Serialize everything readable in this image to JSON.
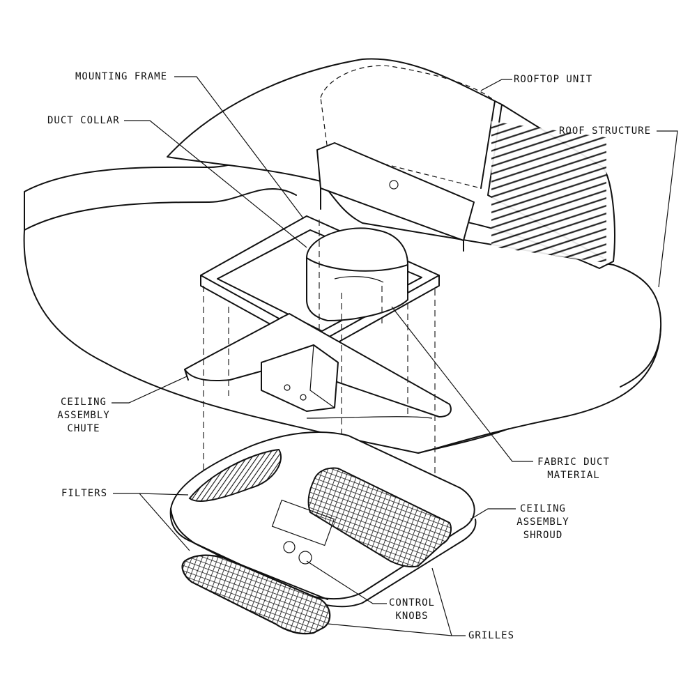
{
  "labels": {
    "mounting_frame": "MOUNTING FRAME",
    "rooftop_unit": "ROOFTOP UNIT",
    "duct_collar": "DUCT COLLAR",
    "roof_structure": "ROOF STRUCTURE",
    "ceiling_assembly_chute": [
      "CEILING",
      "ASSEMBLY",
      "CHUTE"
    ],
    "fabric_duct_material": [
      "FABRIC DUCT",
      "MATERIAL"
    ],
    "filters": "FILTERS",
    "ceiling_assembly_shroud": [
      "CEILING",
      "ASSEMBLY",
      "SHROUD"
    ],
    "control_knobs": [
      "CONTROL",
      "KNOBS"
    ],
    "grilles": "GRILLES"
  }
}
